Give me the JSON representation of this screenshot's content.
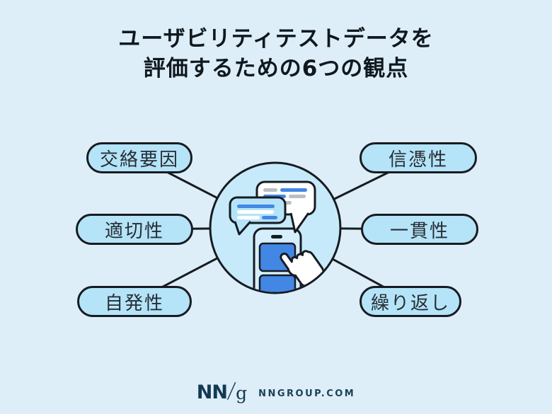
{
  "title": {
    "line1": "ユーザビリティテストデータを",
    "line2": "評価するための6つの観点"
  },
  "nodes": {
    "left": [
      {
        "label": "交絡要因"
      },
      {
        "label": "適切性"
      },
      {
        "label": "自発性"
      }
    ],
    "right": [
      {
        "label": "信憑性"
      },
      {
        "label": "一貫性"
      },
      {
        "label": "繰り返し"
      }
    ]
  },
  "center": {
    "icons": [
      "speech-bubbles-icon",
      "smartphone-icon",
      "pointing-hand-icon"
    ]
  },
  "footer": {
    "logo_nn": "NN",
    "logo_slash": "/",
    "logo_g": "g",
    "site": "NNGROUP.COM"
  },
  "colors": {
    "background": "#ddeef8",
    "pill_fill": "#b5e4f8",
    "circle_fill": "#c6eafa",
    "phone_fill": "#d6effc",
    "accent_blue": "#4287e4",
    "gray_bar": "#b9bdc4",
    "outline": "#171b21",
    "title_text": "#10181f",
    "logo_navy": "#123a52"
  }
}
